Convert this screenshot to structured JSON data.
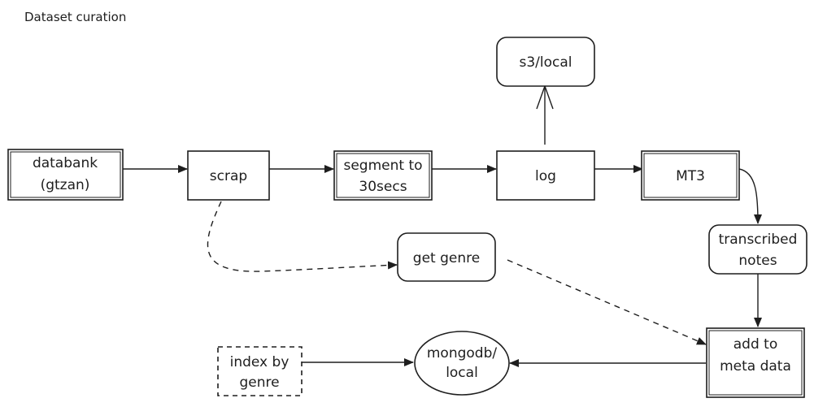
{
  "title": "Dataset curation",
  "nodes": {
    "databank": {
      "lines": [
        "databank",
        "(gtzan)"
      ]
    },
    "scrap": {
      "lines": [
        "scrap"
      ]
    },
    "segment": {
      "lines": [
        "segment to",
        "30secs"
      ]
    },
    "log": {
      "lines": [
        "log"
      ]
    },
    "mt3": {
      "lines": [
        "MT3"
      ]
    },
    "s3": {
      "lines": [
        "s3/local"
      ]
    },
    "get_genre": {
      "lines": [
        "get genre"
      ]
    },
    "transcribed": {
      "lines": [
        "transcribed",
        "notes"
      ]
    },
    "add_meta": {
      "lines": [
        "add to",
        "meta data"
      ]
    },
    "mongodb": {
      "lines": [
        "mongodb/",
        "local"
      ]
    },
    "index_genre": {
      "lines": [
        "index by",
        "genre"
      ]
    }
  },
  "edges": [
    {
      "from": "databank",
      "to": "scrap",
      "style": "solid"
    },
    {
      "from": "scrap",
      "to": "segment",
      "style": "solid"
    },
    {
      "from": "segment",
      "to": "log",
      "style": "solid"
    },
    {
      "from": "log",
      "to": "mt3",
      "style": "solid"
    },
    {
      "from": "log",
      "to": "s3",
      "style": "solid"
    },
    {
      "from": "mt3",
      "to": "transcribed",
      "style": "solid"
    },
    {
      "from": "transcribed",
      "to": "add_meta",
      "style": "solid"
    },
    {
      "from": "scrap",
      "to": "get_genre",
      "style": "dashed"
    },
    {
      "from": "get_genre",
      "to": "add_meta",
      "style": "dashed"
    },
    {
      "from": "add_meta",
      "to": "mongodb",
      "style": "solid"
    },
    {
      "from": "index_genre",
      "to": "mongodb",
      "style": "solid"
    }
  ]
}
